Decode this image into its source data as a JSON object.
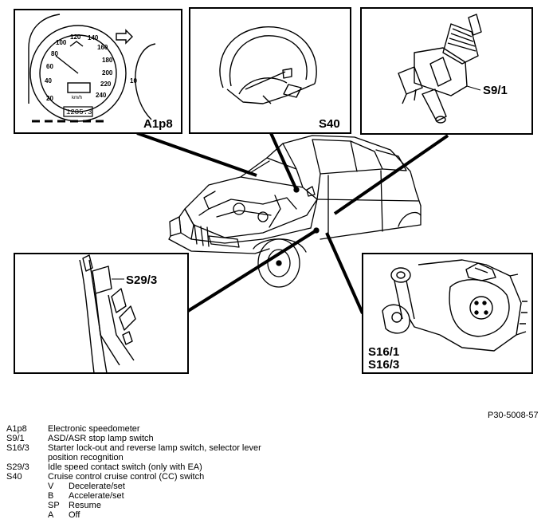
{
  "callouts": {
    "a1p8": "A1p8",
    "s40": "S40",
    "s9_1": "S9/1",
    "s29_3": "S29/3",
    "s16_1": "S16/1",
    "s16_3": "S16/3"
  },
  "speedometer": {
    "ticks": [
      "20",
      "40",
      "60",
      "80",
      "100",
      "120",
      "140",
      "160",
      "180",
      "200",
      "220",
      "240"
    ],
    "unit": "km/h",
    "odometer": "1285.3",
    "partial": "10"
  },
  "reference_number": "P30-5008-57",
  "legend": {
    "items": [
      {
        "code": "A1p8",
        "description": "Electronic speedometer"
      },
      {
        "code": "S9/1",
        "description": "ASD/ASR stop lamp switch"
      },
      {
        "code": "S16/3",
        "description": "Starter lock-out and reverse lamp switch, selector lever",
        "continuation": "position recognition"
      },
      {
        "code": "S29/3",
        "description": "Idle speed contact switch (only with EA)"
      },
      {
        "code": "S40",
        "description": "Cruise control cruise control (CC) switch"
      }
    ],
    "sub_items": [
      {
        "code": "V",
        "description": "Decelerate/set"
      },
      {
        "code": "B",
        "description": "Accelerate/set"
      },
      {
        "code": "SP",
        "description": "Resume"
      },
      {
        "code": "A",
        "description": "Off"
      }
    ]
  }
}
